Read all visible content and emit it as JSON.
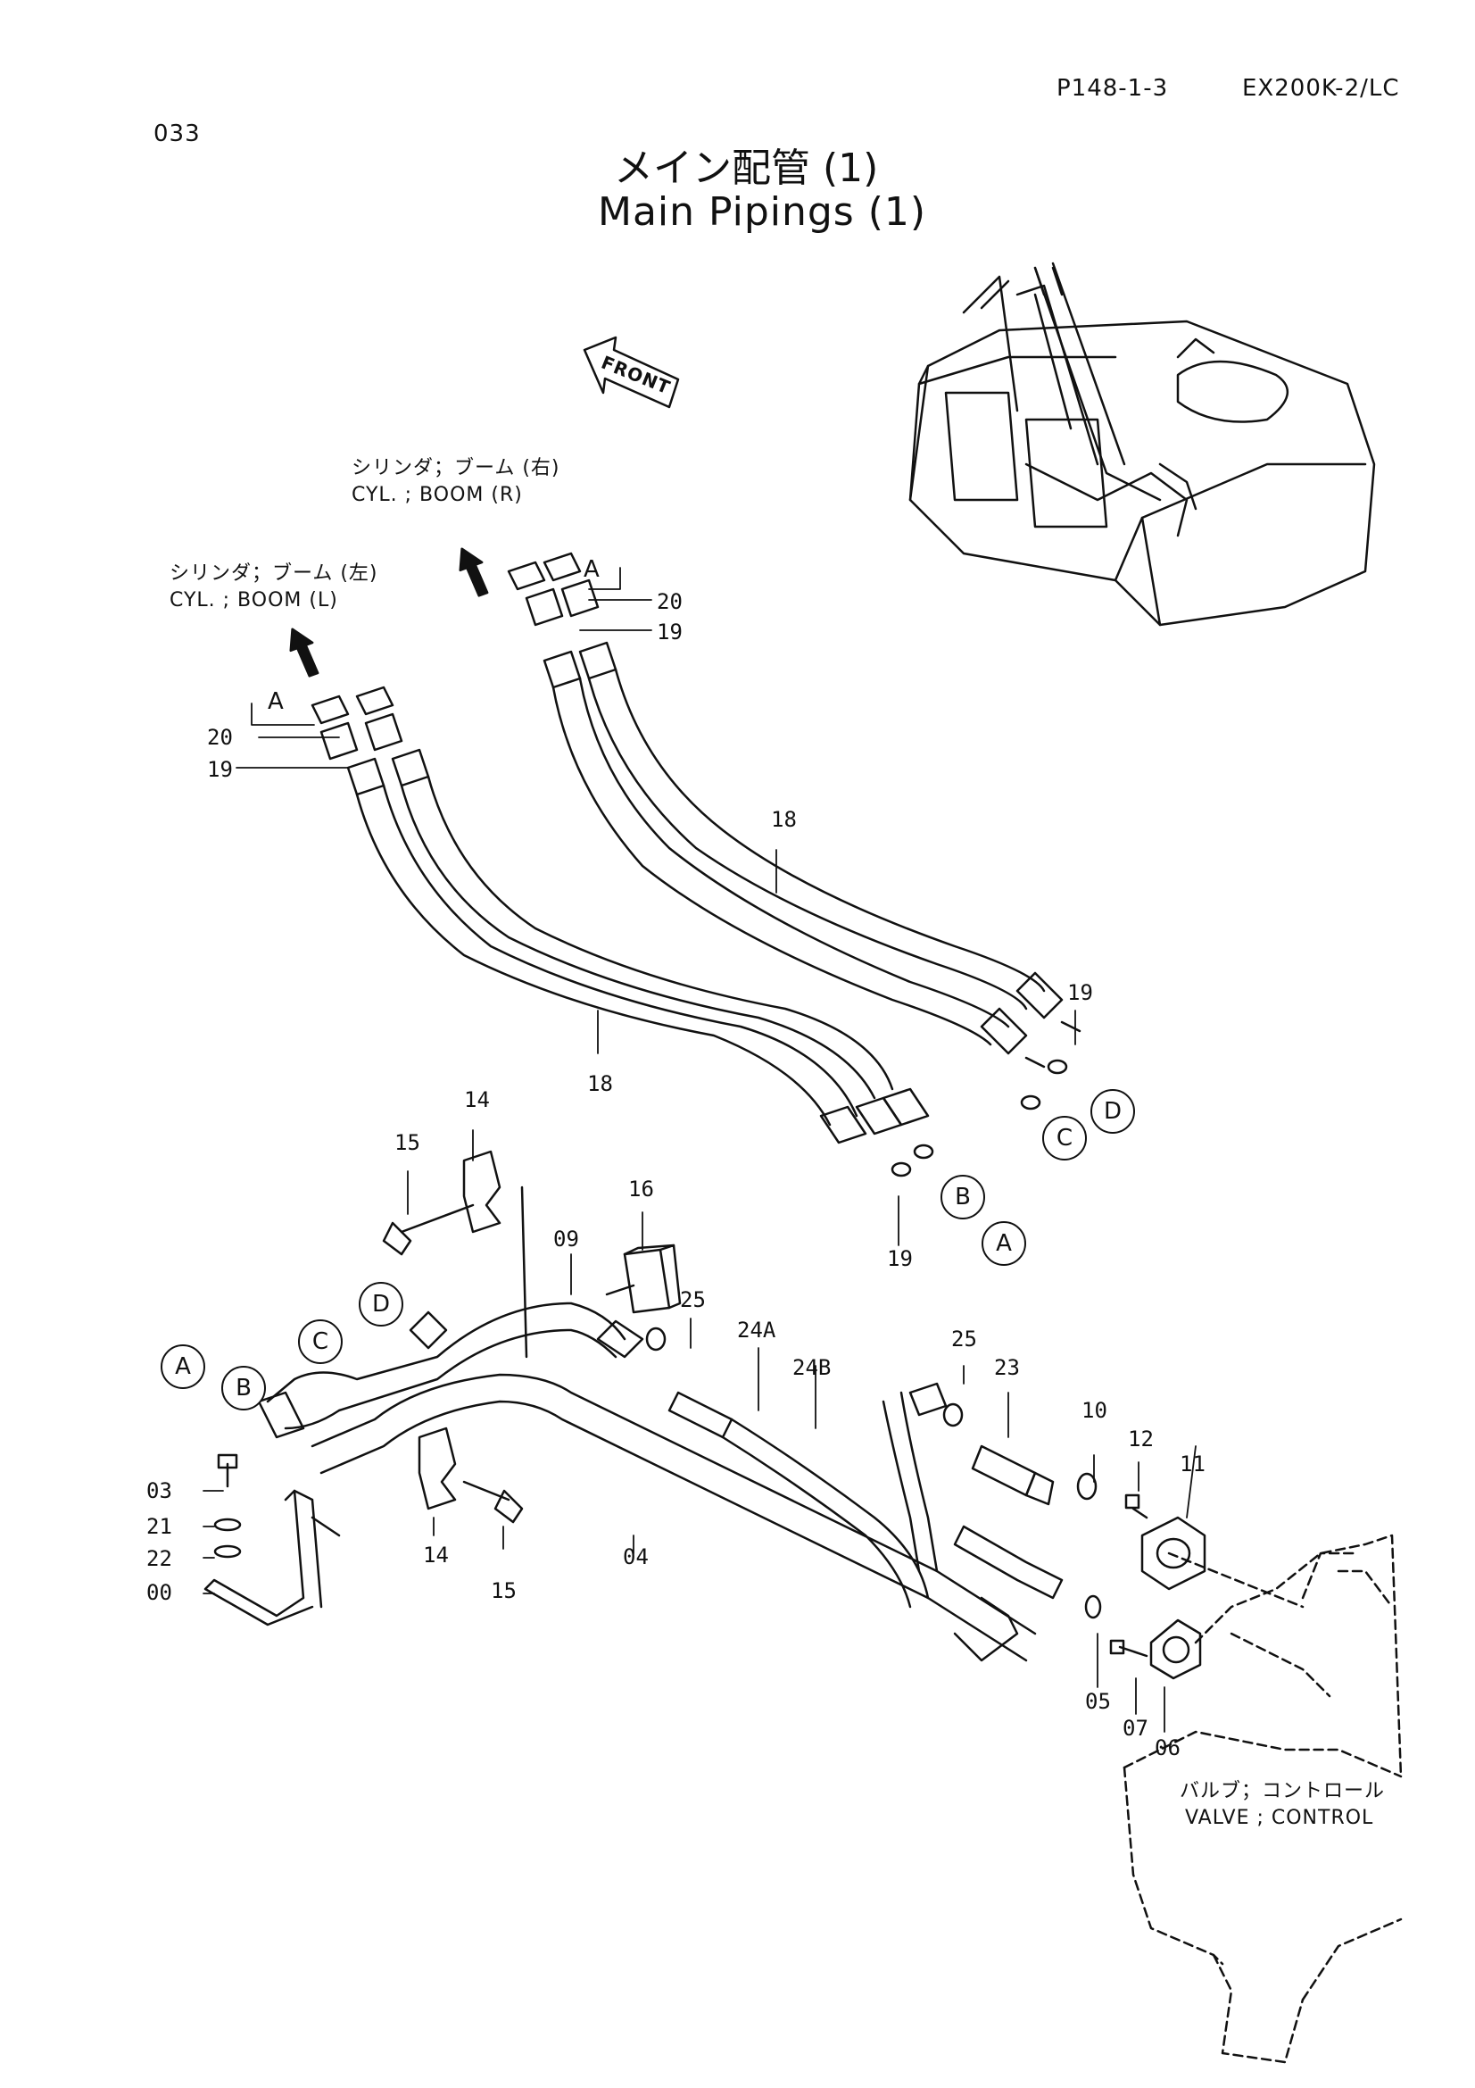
{
  "header": {
    "page_ref": "P148-1-3",
    "model": "EX200K-2/LC",
    "page_number": "033"
  },
  "title": {
    "jp": "メイン配管 (1)",
    "en": "Main Pipings (1)"
  },
  "front_label": "FRONT",
  "component_labels": {
    "boom_right_jp": "シリンダ；ブーム (右)",
    "boom_right_en": "CYL. ; BOOM (R)",
    "boom_left_jp": "シリンダ；ブーム (左)",
    "boom_left_en": "CYL. ; BOOM (L)",
    "valve_jp": "バルブ；コントロール",
    "valve_en": "VALVE ; CONTROL"
  },
  "callouts": {
    "A": "A",
    "B": "B",
    "C": "C",
    "D": "D"
  },
  "part_numbers": {
    "p20": "20",
    "p19": "19",
    "p18": "18",
    "p14": "14",
    "p15": "15",
    "p16": "16",
    "p09": "09",
    "p25": "25",
    "p24A": "24A",
    "p24B": "24B",
    "p23": "23",
    "p10": "10",
    "p12": "12",
    "p11": "11",
    "p03": "03",
    "p21": "21",
    "p22": "22",
    "p00": "00",
    "p04": "04",
    "p05": "05",
    "p07": "07",
    "p06": "06"
  }
}
